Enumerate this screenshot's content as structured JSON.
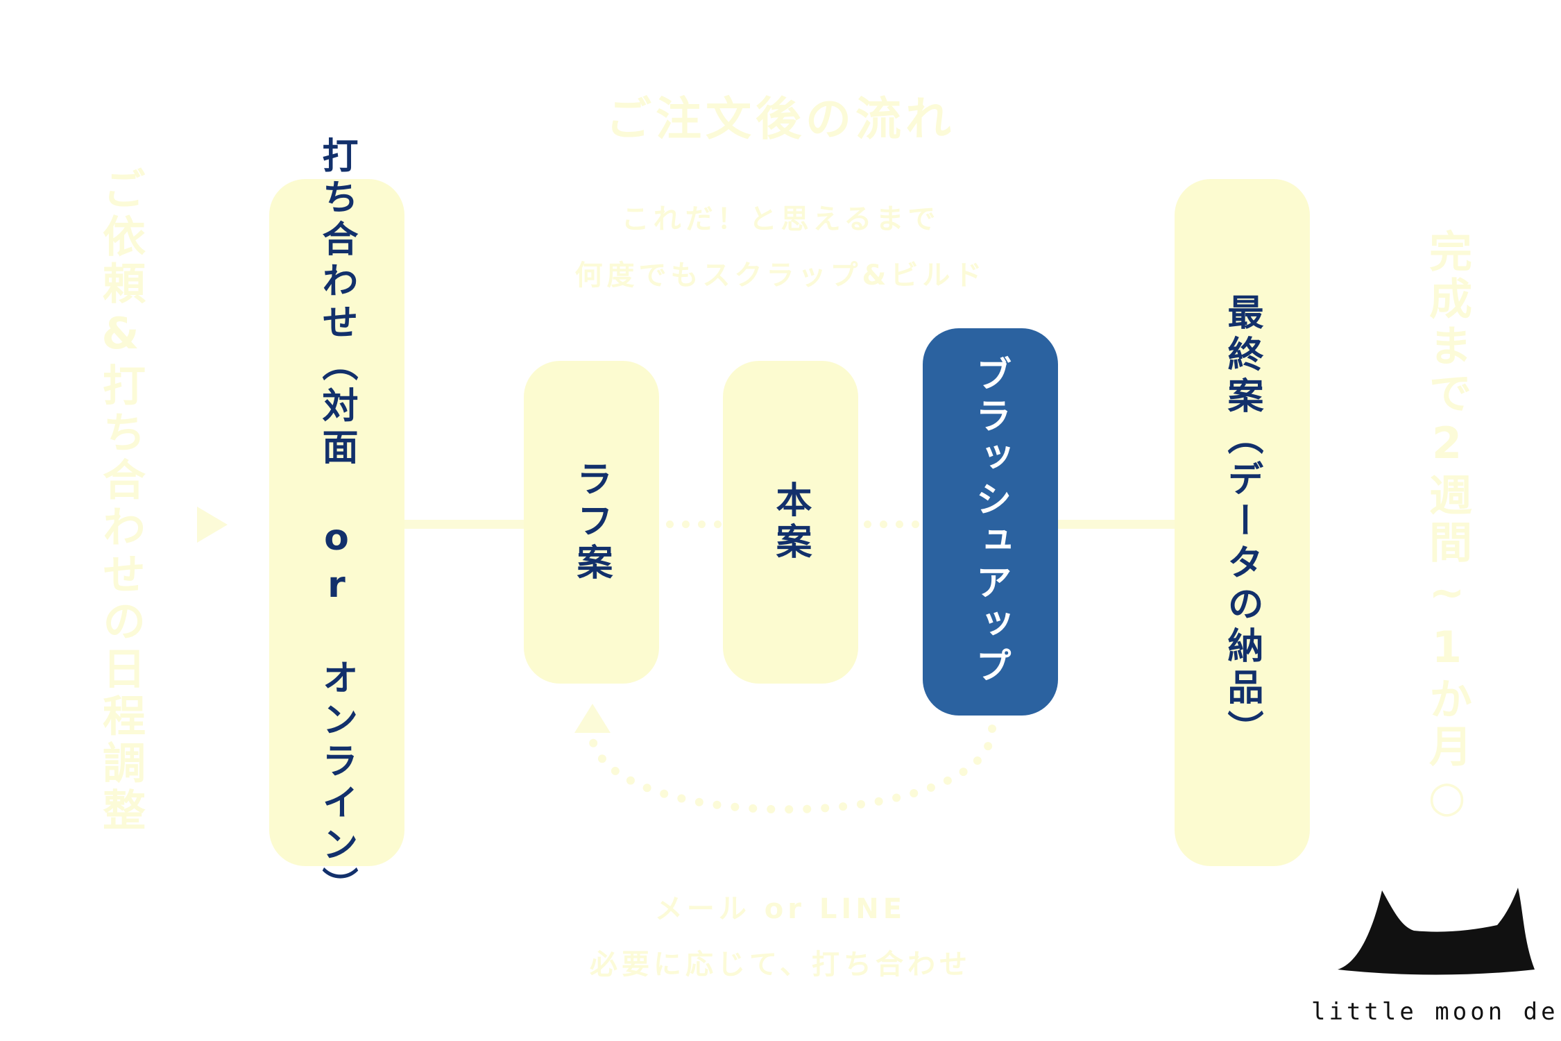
{
  "title": "ご注文後の流れ",
  "top_note": {
    "line1": "これだ！と思えるまで",
    "line2": "何度でもスクラップ&ビルド"
  },
  "bottom_note": {
    "line1": "メール or LINE",
    "line2": "必要に応じて、打ち合わせ"
  },
  "left_side_text": "ご依頼&打ち合わせの日程調整",
  "right_side_text": "完成まで2週間~1か月○",
  "steps": [
    {
      "label": "打ち合わせ（対面 or オンライン）"
    },
    {
      "label": "ラフ案"
    },
    {
      "label": "本案"
    },
    {
      "label": "ブラッシュアップ"
    },
    {
      "label": "最終案（データの納品）"
    }
  ],
  "logo": {
    "text": "little moon design"
  },
  "colors": {
    "pale_yellow": "#fcfbd0",
    "navy_text": "#12306b",
    "highlight_blue": "#2b62a0"
  }
}
